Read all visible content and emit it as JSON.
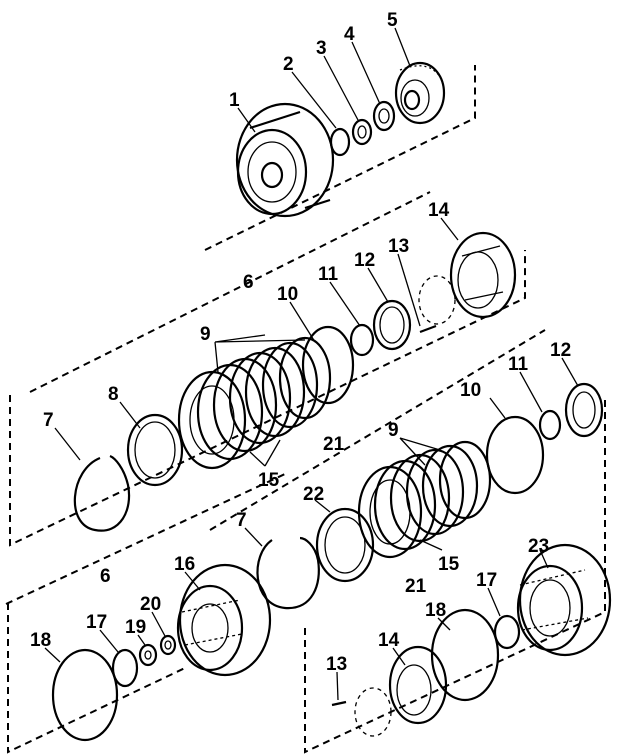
{
  "diagram": {
    "callouts": {
      "c1": "1",
      "c2": "2",
      "c3": "3",
      "c4": "4",
      "c5": "5",
      "c6a": "6",
      "c6b": "6",
      "c7a": "7",
      "c7b": "7",
      "c8": "8",
      "c9a": "9",
      "c9b": "9",
      "c10a": "10",
      "c10b": "10",
      "c11a": "11",
      "c11b": "11",
      "c12a": "12",
      "c12b": "12",
      "c13a": "13",
      "c13b": "13",
      "c14a": "14",
      "c14b": "14",
      "c15a": "15",
      "c15b": "15",
      "c16": "16",
      "c17a": "17",
      "c17b": "17",
      "c18a": "18",
      "c18b": "18",
      "c19": "19",
      "c20": "20",
      "c21a": "21",
      "c21b": "21",
      "c22": "22",
      "c23": "23"
    }
  }
}
